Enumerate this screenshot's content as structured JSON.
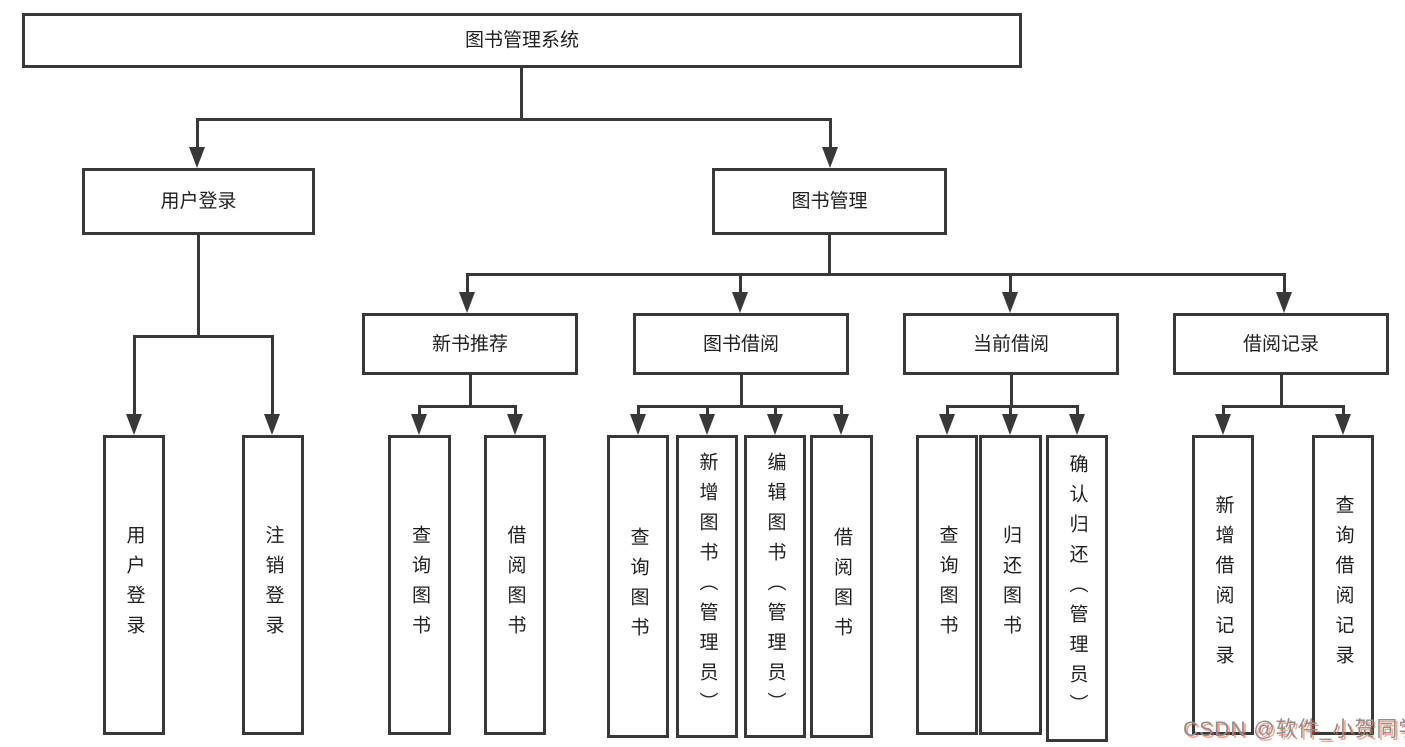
{
  "nodes": {
    "root": {
      "label": "图书管理系统"
    },
    "userLogin": {
      "label": "用户登录"
    },
    "bookMgmt": {
      "label": "图书管理"
    },
    "newBookRec": {
      "label": "新书推荐"
    },
    "bookBorrow": {
      "label": "图书借阅"
    },
    "currentBorrow": {
      "label": "当前借阅"
    },
    "borrowRecords": {
      "label": "借阅记录"
    },
    "leafUserLogin": {
      "label": "用户登录"
    },
    "leafLogout": {
      "label": "注销登录"
    },
    "leafQueryBooks1": {
      "label": "查询图书"
    },
    "leafBorrowBooks1": {
      "label": "借阅图书"
    },
    "leafQueryBooks2": {
      "label": "查询图书"
    },
    "leafAddBooks": {
      "label": "新增图书（管理员）"
    },
    "leafEditBooks": {
      "label": "编辑图书（管理员）"
    },
    "leafBorrowBooks2": {
      "label": "借阅图书"
    },
    "leafQueryBooks3": {
      "label": "查询图书"
    },
    "leafReturnBooks": {
      "label": "归还图书"
    },
    "leafConfirmReturn": {
      "label": "确认归还（管理员）"
    },
    "leafAddBorrowRec": {
      "label": "新增借阅记录"
    },
    "leafQueryBorrowRec": {
      "label": "查询借阅记录"
    }
  },
  "hierarchy": {
    "图书管理系统": {
      "用户登录": [
        "用户登录",
        "注销登录"
      ],
      "图书管理": {
        "新书推荐": [
          "查询图书",
          "借阅图书"
        ],
        "图书借阅": [
          "查询图书",
          "新增图书（管理员）",
          "编辑图书（管理员）",
          "借阅图书"
        ],
        "当前借阅": [
          "查询图书",
          "归还图书",
          "确认归还（管理员）"
        ],
        "借阅记录": [
          "新增借阅记录",
          "查询借阅记录"
        ]
      }
    }
  },
  "watermark": {
    "text": "CSDN @软件_小贺同学"
  },
  "colors": {
    "line": "#383838",
    "box_border": "#383838",
    "box_background": "#ffffff",
    "text": "#1f1f1f",
    "watermark_gray": "#8f8f8f",
    "watermark_red": "#fc5531",
    "background": "#ffffff"
  }
}
